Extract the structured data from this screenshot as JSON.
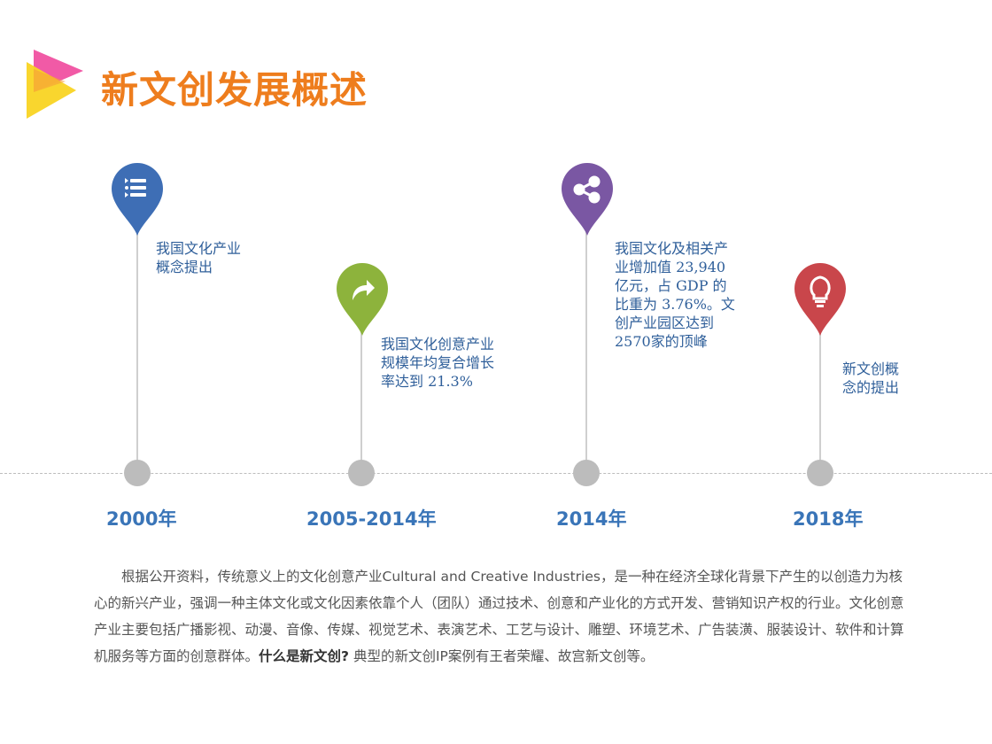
{
  "header": {
    "title": "新文创发展概述"
  },
  "colors": {
    "title": "#ee7d1d",
    "year": "#3a75b8",
    "desc": "#2f5f9a",
    "pin_blue": "#3e6eb5",
    "pin_green": "#8db33c",
    "pin_purple": "#7a57a3",
    "pin_red": "#c9464b"
  },
  "timeline": [
    {
      "year": "2000年",
      "description": "我国文化产业\n概念提出",
      "icon": "list-icon",
      "color": "#3e6eb5"
    },
    {
      "year": "2005-2014年",
      "description": "我国文化创意产业\n规模年均复合增长\n率达到 21.3%",
      "icon": "share-arrow-icon",
      "color": "#8db33c"
    },
    {
      "year": "2014年",
      "description": "我国文化及相关产\n业增加值 23,940\n亿元，占 GDP 的\n比重为 3.76%。文\n创产业园区达到\n2570家的顶峰",
      "icon": "share-nodes-icon",
      "color": "#7a57a3"
    },
    {
      "year": "2018年",
      "description": "新文创概\n念的提出",
      "icon": "lightbulb-icon",
      "color": "#c9464b"
    }
  ],
  "paragraph": {
    "part1": "根据公开资料，传统意义上的文化创意产业Cultural and Creative Industries，是一种在经济全球化背景下产生的以创造力为核心的新兴产业，强调一种主体文化或文化因素依靠个人（团队）通过技术、创意和产业化的方式开发、营销知识产权的行业。文化创意产业主要包括广播影视、动漫、音像、传媒、视觉艺术、表演艺术、工艺与设计、雕塑、环境艺术、广告装潢、服装设计、软件和计算机服务等方面的创意群体。",
    "bold": "什么是新文创?",
    "part2": " 典型的新文创IP案例有王者荣耀、故宫新文创等。"
  }
}
